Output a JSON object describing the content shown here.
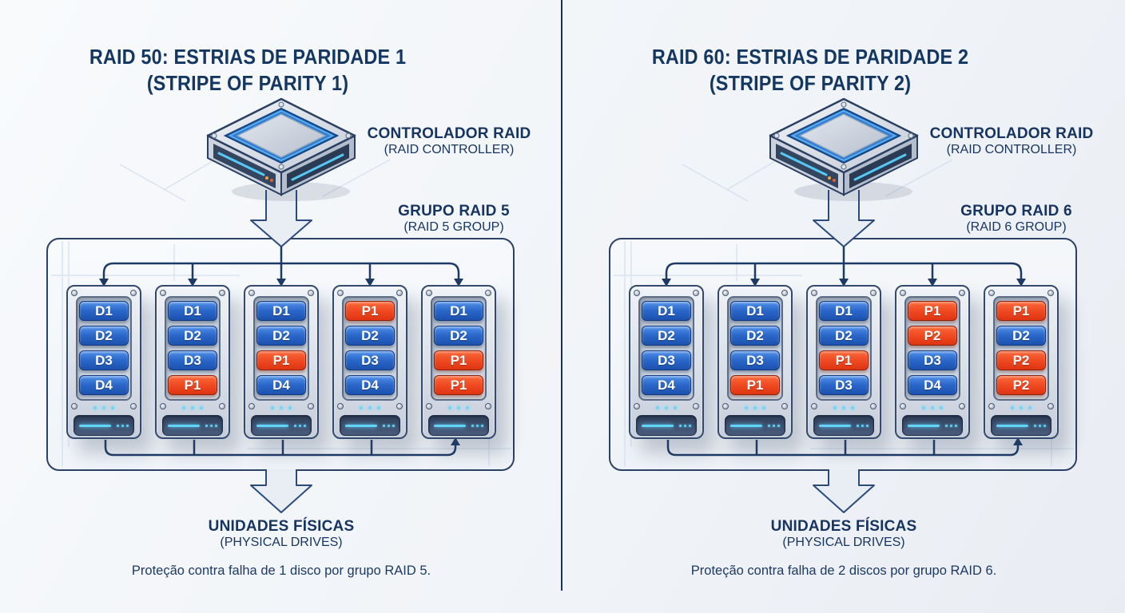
{
  "colors": {
    "navy": "#16345f",
    "data_blue": "#2a66c8",
    "parity_orange": "#ee4720",
    "led_cyan": "#62d4f8",
    "line": "#1d3a66"
  },
  "panels": [
    {
      "title_line1": "RAID 50: ESTRIAS DE PARIDADE 1",
      "title_line2": "(STRIPE OF PARITY 1)",
      "controller_label": "CONTROLADOR RAID",
      "controller_sublabel": "(RAID CONTROLLER)",
      "group_label": "GRUPO RAID 5",
      "group_sublabel": "(RAID 5 GROUP)",
      "drives": [
        {
          "cells": [
            {
              "label": "D1",
              "kind": "data"
            },
            {
              "label": "D2",
              "kind": "data"
            },
            {
              "label": "D3",
              "kind": "data"
            },
            {
              "label": "D4",
              "kind": "data"
            }
          ]
        },
        {
          "cells": [
            {
              "label": "D1",
              "kind": "data"
            },
            {
              "label": "D2",
              "kind": "data"
            },
            {
              "label": "D3",
              "kind": "data"
            },
            {
              "label": "P1",
              "kind": "parity"
            }
          ]
        },
        {
          "cells": [
            {
              "label": "D1",
              "kind": "data"
            },
            {
              "label": "D2",
              "kind": "data"
            },
            {
              "label": "P1",
              "kind": "parity"
            },
            {
              "label": "D4",
              "kind": "data"
            }
          ]
        },
        {
          "cells": [
            {
              "label": "P1",
              "kind": "parity"
            },
            {
              "label": "D2",
              "kind": "data"
            },
            {
              "label": "D3",
              "kind": "data"
            },
            {
              "label": "D4",
              "kind": "data"
            }
          ]
        },
        {
          "cells": [
            {
              "label": "D1",
              "kind": "data"
            },
            {
              "label": "D2",
              "kind": "data"
            },
            {
              "label": "P1",
              "kind": "parity"
            },
            {
              "label": "P1",
              "kind": "parity"
            }
          ]
        }
      ],
      "physical_label": "UNIDADES FÍSICAS",
      "physical_sublabel": "(PHYSICAL DRIVES)",
      "caption": "Proteção contra falha de 1 disco por grupo RAID 5."
    },
    {
      "title_line1": "RAID 60: ESTRIAS DE PARIDADE 2",
      "title_line2": "(STRIPE OF PARITY 2)",
      "controller_label": "CONTROLADOR RAID",
      "controller_sublabel": "(RAID CONTROLLER)",
      "group_label": "GRUPO RAID 6",
      "group_sublabel": "(RAID 6 GROUP)",
      "drives": [
        {
          "cells": [
            {
              "label": "D1",
              "kind": "data"
            },
            {
              "label": "D2",
              "kind": "data"
            },
            {
              "label": "D3",
              "kind": "data"
            },
            {
              "label": "D4",
              "kind": "data"
            }
          ]
        },
        {
          "cells": [
            {
              "label": "D1",
              "kind": "data"
            },
            {
              "label": "D2",
              "kind": "data"
            },
            {
              "label": "D3",
              "kind": "data"
            },
            {
              "label": "P1",
              "kind": "parity"
            }
          ]
        },
        {
          "cells": [
            {
              "label": "D1",
              "kind": "data"
            },
            {
              "label": "D2",
              "kind": "data"
            },
            {
              "label": "P1",
              "kind": "parity"
            },
            {
              "label": "D3",
              "kind": "data"
            }
          ]
        },
        {
          "cells": [
            {
              "label": "P1",
              "kind": "parity"
            },
            {
              "label": "P2",
              "kind": "parity"
            },
            {
              "label": "D3",
              "kind": "data"
            },
            {
              "label": "D4",
              "kind": "data"
            }
          ]
        },
        {
          "cells": [
            {
              "label": "P1",
              "kind": "parity"
            },
            {
              "label": "D2",
              "kind": "data"
            },
            {
              "label": "P2",
              "kind": "parity"
            },
            {
              "label": "P2",
              "kind": "parity"
            }
          ]
        }
      ],
      "physical_label": "UNIDADES FÍSICAS",
      "physical_sublabel": "(PHYSICAL DRIVES)",
      "caption": "Proteção contra falha de 2 discos por grupo RAID 6."
    }
  ]
}
